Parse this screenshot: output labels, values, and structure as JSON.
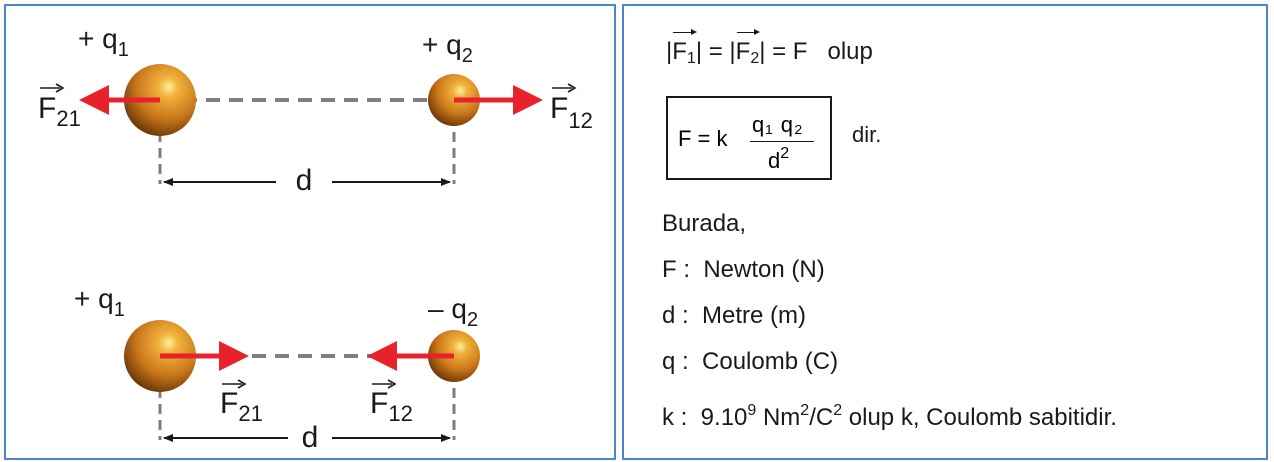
{
  "diagram": {
    "top": {
      "charge1": "+ q",
      "charge1_sub": "1",
      "charge2": "+ q",
      "charge2_sub": "2",
      "force_left": "F",
      "force_left_sub": "21",
      "force_right": "F",
      "force_right_sub": "12",
      "distance": "d"
    },
    "bottom": {
      "charge1": "+ q",
      "charge1_sub": "1",
      "charge2": "– q",
      "charge2_sub": "2",
      "force_left": "F",
      "force_left_sub": "21",
      "force_right": "F",
      "force_right_sub": "12",
      "distance": "d"
    }
  },
  "explanation": {
    "eq_line": {
      "f1": "F",
      "f1_sub": "1",
      "f2": "F",
      "f2_sub": "2",
      "rest": "= F   olup"
    },
    "formula": {
      "lhs": "F = k",
      "numerator": "q₁ q₂",
      "denominator": "d",
      "den_sup": "2",
      "suffix": "dir."
    },
    "intro": "Burada,",
    "units": [
      {
        "sym": "F",
        "desc": "Newton (N)"
      },
      {
        "sym": "d",
        "desc": "Metre (m)"
      },
      {
        "sym": "q",
        "desc": "Coulomb (C)"
      }
    ],
    "k_line": {
      "sym": "k",
      "pre": "9.10",
      "exp": "9",
      "unit_a": "Nm",
      "unit_a_sup": "2",
      "unit_b": "/C",
      "unit_b_sup": "2",
      "tail": "olup k, Coulomb sabitidir."
    }
  },
  "colors": {
    "panel_border": "#4a86c8",
    "force_arrow": "#e8222a",
    "charge_sphere": "#c8761a",
    "dashed_line": "#7f7f7f"
  }
}
